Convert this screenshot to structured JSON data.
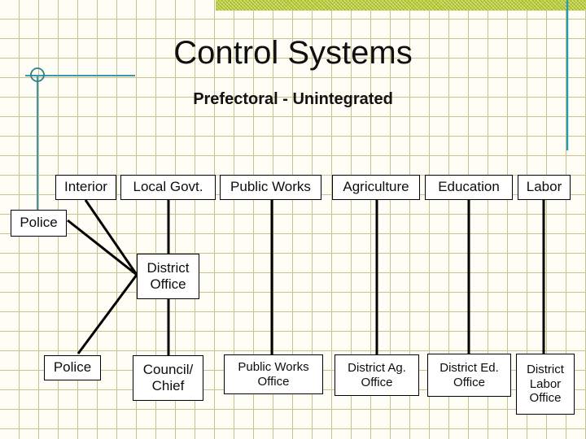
{
  "slide": {
    "title": "Control Systems",
    "subtitle": "Prefectoral - Unintegrated"
  },
  "org_chart": {
    "top_row": [
      "Interior",
      "Local Govt.",
      "Public Works",
      "Agriculture",
      "Education",
      "Labor"
    ],
    "police_branch": "Police",
    "district_office": "District Office",
    "bottom_row": [
      "Police",
      "Council/ Chief",
      "Public Works Office",
      "District Ag. Office",
      "District Ed. Office",
      "District Labor Office"
    ]
  },
  "colors": {
    "background": "#fffef6",
    "grid_line": "#aeac60",
    "accent_band_green": "#b7cb31",
    "decor_teal": "#3e98a8",
    "connector_black": "#000000",
    "box_fill": "#ffffff",
    "box_border": "#000000",
    "title_text": "#0f0f0f",
    "subtitle_text": "#151110"
  }
}
